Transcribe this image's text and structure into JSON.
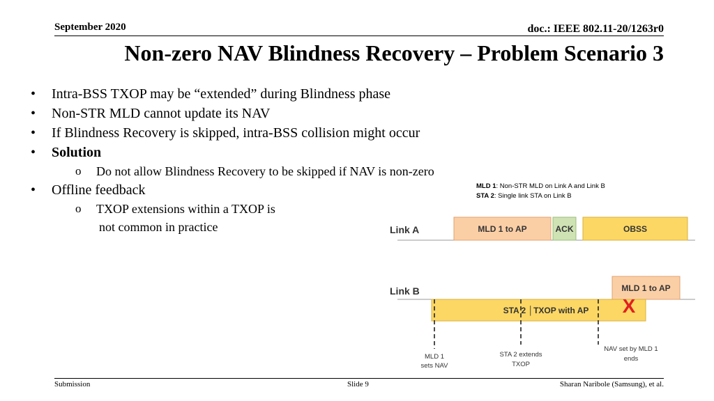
{
  "header": {
    "date": "September 2020",
    "doc": "doc.: IEEE 802.11-20/1263r0"
  },
  "title": "Non-zero NAV Blindness Recovery – Problem Scenario 3",
  "bullets": {
    "b1": "Intra-BSS TXOP may be “extended” during Blindness phase",
    "b2": "Non-STR MLD cannot update its NAV",
    "b3": "If Blindness Recovery is skipped, intra-BSS collision might occur",
    "b4": "Solution",
    "b4_sub1": "Do not allow Blindness Recovery to be skipped if NAV is non-zero",
    "b5": "Offline feedback",
    "b5_sub1_line1": "TXOP extensions within a TXOP is",
    "b5_sub1_line2": "not common in practice",
    "bullet_char": "•",
    "sub_char": "o"
  },
  "diagram": {
    "legend": {
      "mld1_key": "MLD 1",
      "mld1_desc": ": Non-STR MLD on Link A and Link B",
      "sta2_key": "STA 2",
      "sta2_desc": ": Single link STA on Link B"
    },
    "link_a_label": "Link A",
    "link_b_label": "Link B",
    "boxes": {
      "mld1_to_ap_a": "MLD 1 to AP",
      "ack": "ACK",
      "obss": "OBSS",
      "sta2_txop": "STA 2 │TXOP with AP",
      "mld1_to_ap_b": "MLD 1 to AP",
      "x_mark": "X"
    },
    "annotations": {
      "a1_l1": "MLD 1",
      "a1_l2": "sets NAV",
      "a2_l1": "STA 2 extends",
      "a2_l2": "TXOP",
      "a3_l1": "NAV set by MLD 1",
      "a3_l2": "ends"
    },
    "colors": {
      "orange": "#fbcfa6",
      "orange_border": "#e0a070",
      "green": "#cfe2b4",
      "green_border": "#9bbf78",
      "yellow": "#fcd764",
      "yellow_border": "#d8b040",
      "red_x": "#e02020"
    }
  },
  "footer": {
    "left": "Submission",
    "center": "Slide 9",
    "right": "Sharan Naribole (Samsung), et al."
  }
}
